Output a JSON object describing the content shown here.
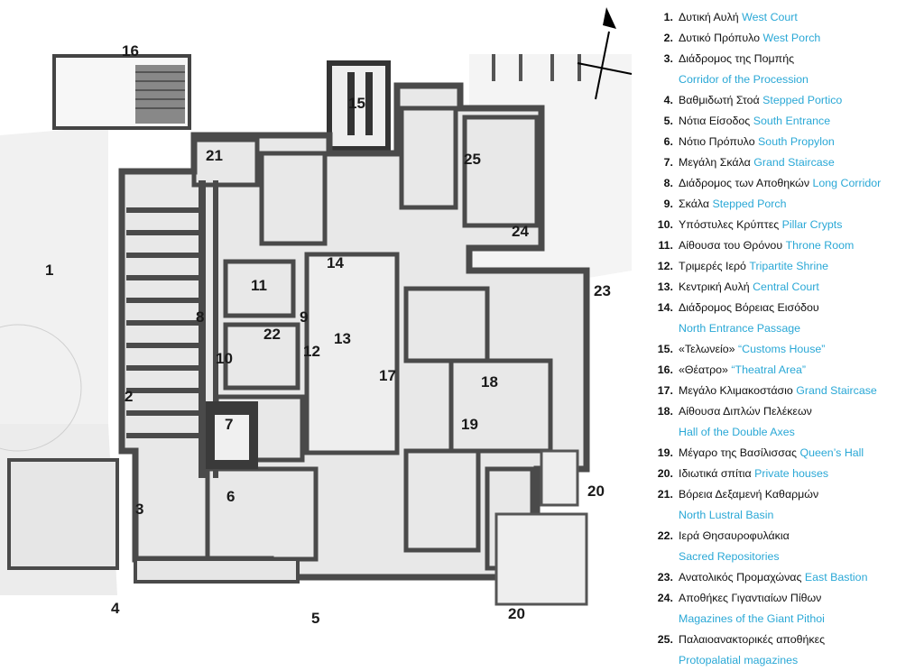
{
  "map": {
    "labels": [
      "16",
      "15",
      "21",
      "25",
      "24",
      "14",
      "1",
      "11",
      "9",
      "8",
      "22",
      "13",
      "12",
      "10",
      "23",
      "17",
      "18",
      "2",
      "19",
      "7",
      "6",
      "3",
      "20",
      "20",
      "4",
      "5"
    ],
    "north_arrow": "north-arrow-icon"
  },
  "legend": {
    "items": [
      {
        "num": "1.",
        "gr": "Δυτική Αυλή",
        "en": "West Court",
        "wrap": false
      },
      {
        "num": "2.",
        "gr": "Δυτικό Πρόπυλο",
        "en": "West Porch",
        "wrap": false
      },
      {
        "num": "3.",
        "gr": "Διάδρομος της Πομπής",
        "en": "Corridor of the Procession",
        "wrap": true
      },
      {
        "num": "4.",
        "gr": "Βαθμιδωτή Στοά",
        "en": "Stepped Portico",
        "wrap": false
      },
      {
        "num": "5.",
        "gr": "Νότια Είσοδος",
        "en": "South Entrance",
        "wrap": false
      },
      {
        "num": "6.",
        "gr": "Νότιο Πρόπυλο",
        "en": "South Propylon",
        "wrap": false
      },
      {
        "num": "7.",
        "gr": "Μεγάλη Σκάλα",
        "en": "Grand Staircase",
        "wrap": false
      },
      {
        "num": "8.",
        "gr": "Διάδρομος των Αποθηκών",
        "en": "Long Corridor",
        "wrap": false
      },
      {
        "num": "9.",
        "gr": "Σκάλα",
        "en": "Stepped Porch",
        "wrap": false
      },
      {
        "num": "10.",
        "gr": "Υπόστυλες Κρύπτες",
        "en": "Pillar Crypts",
        "wrap": false
      },
      {
        "num": "11.",
        "gr": "Αίθουσα του Θρόνου",
        "en": "Throne Room",
        "wrap": false
      },
      {
        "num": "12.",
        "gr": "Τριμερές Ιερό",
        "en": "Tripartite Shrine",
        "wrap": false
      },
      {
        "num": "13.",
        "gr": "Κεντρική Αυλή",
        "en": "Central Court",
        "wrap": false
      },
      {
        "num": "14.",
        "gr": "Διάδρομος Βόρειας Εισόδου",
        "en": "North Entrance Passage",
        "wrap": true
      },
      {
        "num": "15.",
        "gr": "«Τελωνείο»",
        "en": "“Customs House”",
        "wrap": false
      },
      {
        "num": "16.",
        "gr": "«Θέατρο»",
        "en": "“Theatral Area”",
        "wrap": false
      },
      {
        "num": "17.",
        "gr": "Μεγάλο Κλιμακοστάσιο",
        "en": "Grand Staircase",
        "wrap": false
      },
      {
        "num": "18.",
        "gr": "Αίθουσα Διπλών Πελέκεων",
        "en": "Hall of the Double Axes",
        "wrap": true
      },
      {
        "num": "19.",
        "gr": "Μέγαρο της Βασίλισσας",
        "en": "Queen’s Hall",
        "wrap": false
      },
      {
        "num": "20.",
        "gr": "Ιδιωτικά σπίτια",
        "en": "Private houses",
        "wrap": false
      },
      {
        "num": "21.",
        "gr": "Βόρεια Δεξαμενή Καθαρμών",
        "en": "North Lustral Basin",
        "wrap": true
      },
      {
        "num": "22.",
        "gr": "Ιερά Θησαυροφυλάκια",
        "en": "Sacred Repositories",
        "wrap": true
      },
      {
        "num": "23.",
        "gr": "Ανατολικός Προμαχώνας",
        "en": "East Bastion",
        "wrap": false
      },
      {
        "num": "24.",
        "gr": "Αποθήκες Γιγαντιαίων Πίθων",
        "en": "Magazines of the Giant Pithoi",
        "wrap": true
      },
      {
        "num": "25.",
        "gr": "Παλαιοανακτορικές αποθήκες",
        "en": "Protopalatial magazines",
        "wrap": true
      }
    ]
  }
}
